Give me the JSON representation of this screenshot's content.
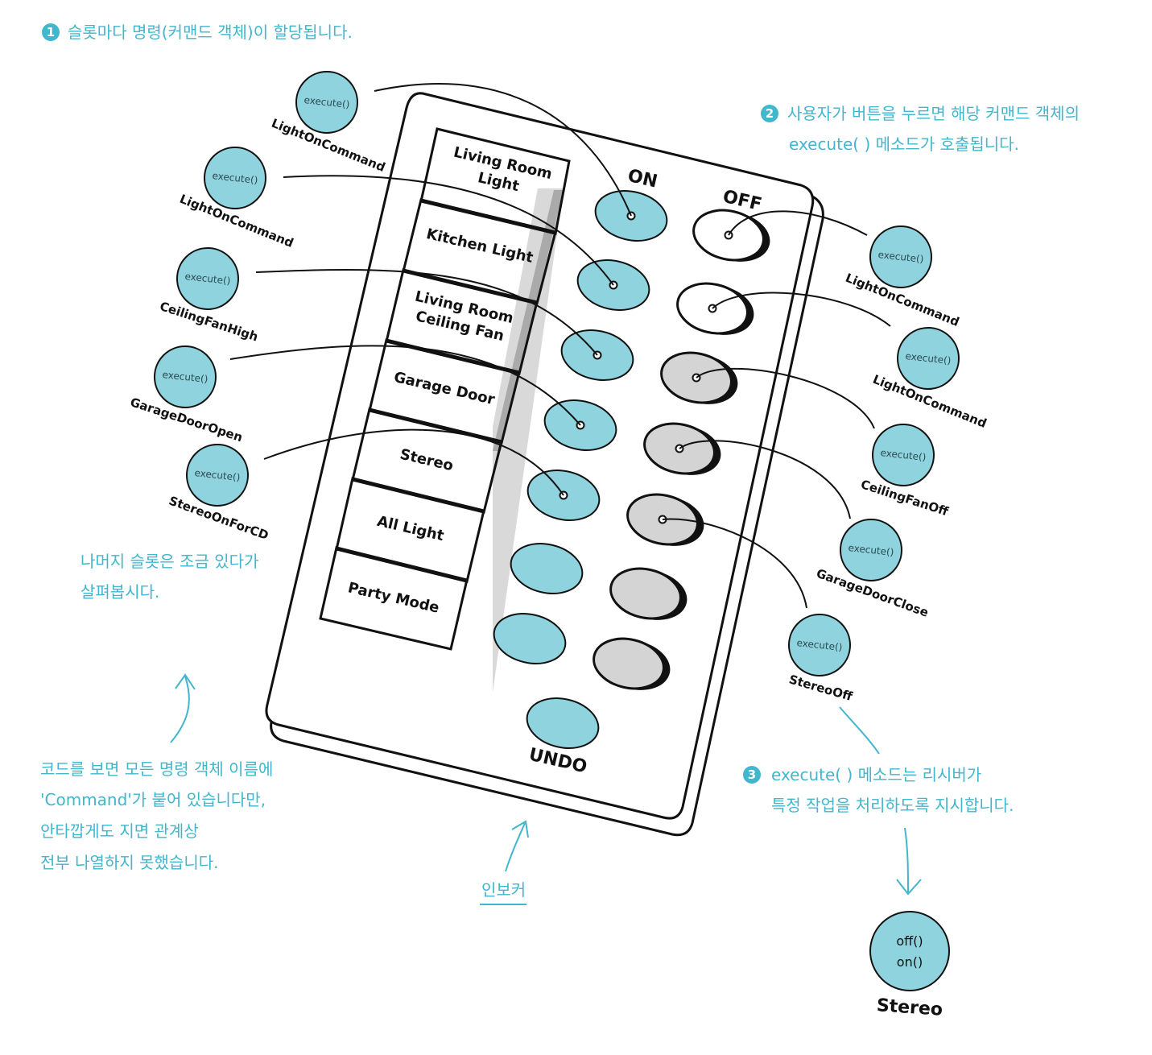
{
  "annotations": {
    "note1": {
      "number": "1",
      "text": "슬롯마다 명령(커맨드 객체)이 할당됩니다."
    },
    "note2": {
      "number": "2",
      "line1": "사용자가 버튼을 누르면 해당 커맨드 객체의",
      "line2": "execute( ) 메소드가 호출됩니다."
    },
    "note3": {
      "number": "3",
      "line1": "execute( ) 메소드는 리시버가",
      "line2": "특정 작업을 처리하도록 지시합니다."
    },
    "remaining": {
      "line1": "나머지 슬롯은 조금 있다가",
      "line2": "살펴봅시다."
    },
    "code_note": {
      "line1": "코드를 보면 모든 명령 객체 이름에",
      "line2": "'Command'가 붙어 있습니다만,",
      "line3": "안타깝게도 지면 관계상",
      "line4": "전부 나열하지 못했습니다."
    },
    "invoker": "인보커"
  },
  "remote": {
    "on_label": "ON",
    "off_label": "OFF",
    "undo_label": "UNDO",
    "slots": [
      [
        "Living Room",
        "Light"
      ],
      [
        "Kitchen Light"
      ],
      [
        "Living Room",
        "Ceiling Fan"
      ],
      [
        "Garage Door"
      ],
      [
        "Stereo"
      ],
      [
        "All Light"
      ],
      [
        "Party Mode"
      ]
    ]
  },
  "on_commands": [
    {
      "method": "execute()",
      "name": "LightOnCommand"
    },
    {
      "method": "execute()",
      "name": "LightOnCommand"
    },
    {
      "method": "execute()",
      "name": "CeilingFanHigh"
    },
    {
      "method": "execute()",
      "name": "GarageDoorOpen"
    },
    {
      "method": "execute()",
      "name": "StereoOnForCD"
    }
  ],
  "off_commands": [
    {
      "method": "execute()",
      "name": "LightOnCommand"
    },
    {
      "method": "execute()",
      "name": "LightOnCommand"
    },
    {
      "method": "execute()",
      "name": "CeilingFanOff"
    },
    {
      "method": "execute()",
      "name": "GarageDoorClose"
    },
    {
      "method": "execute()",
      "name": "StereoOff"
    }
  ],
  "receiver": {
    "method1": "off()",
    "method2": "on()",
    "name": "Stereo"
  },
  "colors": {
    "accent": "#41b6cc",
    "button": "#8fd3de",
    "ink": "#111111"
  }
}
